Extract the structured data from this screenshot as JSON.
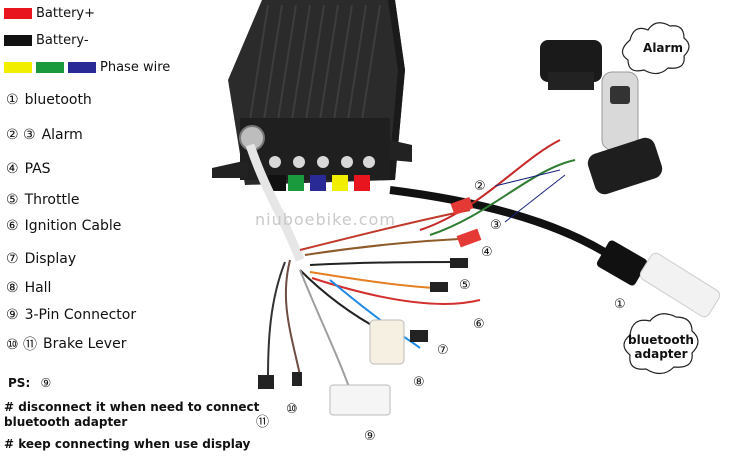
{
  "legend": {
    "battery_plus": "Battery+",
    "battery_minus": "Battery-",
    "phase_wire": "Phase wire",
    "colors": {
      "battery_plus": "#e8141e",
      "battery_minus": "#111111",
      "phase_yellow": "#f2ee00",
      "phase_green": "#1a9a3c",
      "phase_blue": "#2a2a96"
    }
  },
  "items": [
    {
      "nums": "①",
      "label": "bluetooth"
    },
    {
      "nums": "② ③",
      "label": "Alarm"
    },
    {
      "nums": "④",
      "label": "PAS"
    },
    {
      "nums": "⑤",
      "label": "Throttle"
    },
    {
      "nums": "⑥",
      "label": "Ignition Cable"
    },
    {
      "nums": "⑦",
      "label": "Display"
    },
    {
      "nums": "⑧",
      "label": "Hall"
    },
    {
      "nums": "⑨",
      "label": "3-Pin Connector"
    },
    {
      "nums": "⑩ ⑪",
      "label": "Brake Lever"
    }
  ],
  "ps_note": {
    "prefix": "PS:",
    "num": "⑨",
    "line1": "# disconnect it when need to connect",
    "line2": "bluetooth adapter",
    "line3": "# keep connecting when use display"
  },
  "clouds": {
    "alarm": "Alarm",
    "bluetooth_line1": "bluetooth",
    "bluetooth_line2": "adapter"
  },
  "watermark": "niuboebike.com",
  "photo_labels": {
    "n1": "①",
    "n2": "②",
    "n3": "③",
    "n4": "④",
    "n5": "⑤",
    "n6": "⑥",
    "n7": "⑦",
    "n8": "⑧",
    "n9": "⑨",
    "n10": "⑩",
    "n11": "⑪"
  }
}
